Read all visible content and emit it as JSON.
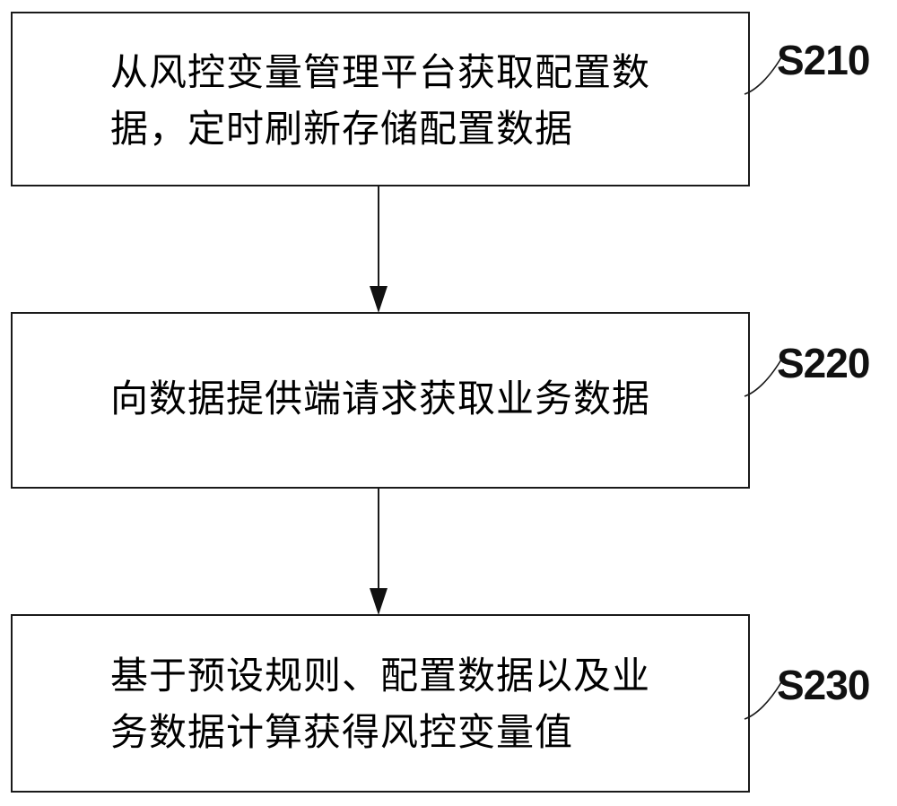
{
  "figure": {
    "type": "flowchart",
    "orientation": "vertical",
    "background_color": "#ffffff",
    "stroke_color": "#1a1a1a"
  },
  "steps": [
    {
      "id": "S210",
      "label": "S210",
      "text": "从风控变量管理平台获取配置数\n据，定时刷新存储配置数据",
      "lines": [
        "从风控变量管理平台获取配置数",
        "据，定时刷新存储配置数据"
      ]
    },
    {
      "id": "S220",
      "label": "S220",
      "text": "向数据提供端请求获取业务数据",
      "lines": [
        "向数据提供端请求获取业务数据"
      ]
    },
    {
      "id": "S230",
      "label": "S230",
      "text": "基于预设规则、配置数据以及业\n务数据计算获得风控变量值",
      "lines": [
        "基于预设规则、配置数据以及业",
        "务数据计算获得风控变量值"
      ]
    }
  ],
  "connectors": [
    {
      "from": "S210",
      "to": "S220",
      "arrowhead": "filled-triangle-down"
    },
    {
      "from": "S220",
      "to": "S230",
      "arrowhead": "filled-triangle-down"
    }
  ]
}
